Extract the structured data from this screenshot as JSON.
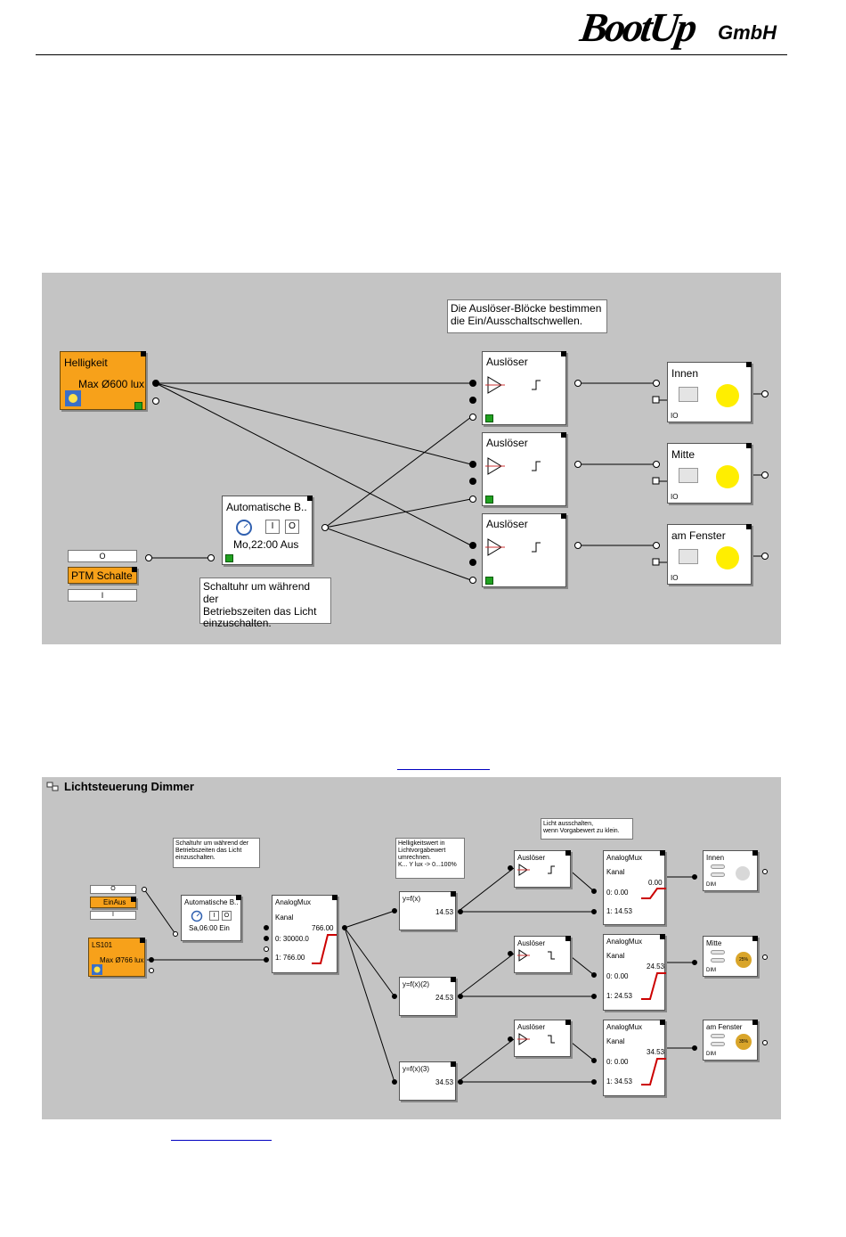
{
  "header": {
    "logo_main": "BootUp",
    "logo_sub": "GmbH"
  },
  "diagram1": {
    "note_trigger": [
      "Die Auslöser-Blöcke bestimmen",
      "die Ein/Ausschaltschwellen."
    ],
    "helligkeit": {
      "title": "Helligkeit",
      "value": "Max Ø600 lux"
    },
    "triggers": [
      "Auslöser",
      "Auslöser",
      "Auslöser"
    ],
    "lamps": [
      "Innen",
      "Mitte",
      "am Fenster"
    ],
    "lamp_tag": "IO",
    "timer": {
      "title": "Automatische B..",
      "value": "Mo,22:00 Aus",
      "btn_on": "I",
      "btn_off": "O"
    },
    "ptm": {
      "top": "O",
      "label": "PTM Schalte",
      "bottom": "I"
    },
    "note_timer": [
      "Schaltuhr um während der",
      "Betriebszeiten das Licht",
      "einzuschalten."
    ]
  },
  "diagram2": {
    "title": "Lichtsteuerung Dimmer",
    "note_timer": [
      "Schaltuhr um während der",
      "Betriebszeiten das Licht",
      "einzuschalten."
    ],
    "note_bright": [
      "Helligkeitswert in",
      "Lichtvorgabewert",
      "umrechnen.",
      "K... Y lux -> 0...100%"
    ],
    "note_off": [
      "Licht ausschalten,",
      "wenn Vorgabewert zu klein."
    ],
    "switch": {
      "top": "O",
      "label": "EinAus",
      "bottom": "I"
    },
    "ls101": {
      "title": "LS101",
      "value": "Max Ø766 lux"
    },
    "timer": {
      "title": "Automatische B..",
      "value": "Sa,06:00 Ein",
      "btn_on": "I",
      "btn_off": "O"
    },
    "mux1": {
      "title": "AnalogMux",
      "kanal": "Kanal",
      "out": "766.00",
      "r0": "0: 30000.0",
      "r1": "1: 766.00"
    },
    "fx": [
      {
        "title": "y=f(x)",
        "val": "14.53"
      },
      {
        "title": "y=f(x)(2)",
        "val": "24.53"
      },
      {
        "title": "y=f(x)(3)",
        "val": "34.53"
      }
    ],
    "triggers": [
      "Auslöser",
      "Auslöser",
      "Auslöser"
    ],
    "muxes": [
      {
        "title": "AnalogMux",
        "kanal": "Kanal",
        "out": "0.00",
        "r0": "0: 0.00",
        "r1": "1: 14.53"
      },
      {
        "title": "AnalogMux",
        "kanal": "Kanal",
        "out": "24.53",
        "r0": "0: 0.00",
        "r1": "1: 24.53"
      },
      {
        "title": "AnalogMux",
        "kanal": "Kanal",
        "out": "34.53",
        "r0": "0: 0.00",
        "r1": "1: 34.53"
      }
    ],
    "dims": [
      {
        "title": "Innen",
        "pct": ""
      },
      {
        "title": "Mitte",
        "pct": "25%"
      },
      {
        "title": "am Fenster",
        "pct": "35%"
      }
    ],
    "dim_tag": "DIM"
  },
  "colors": {
    "panel": "#c4c4c4",
    "orange": "#f7a11a",
    "lamp_on": "#ffee00",
    "lamp_dim": "#d9a52a",
    "link": "#0000c0"
  }
}
